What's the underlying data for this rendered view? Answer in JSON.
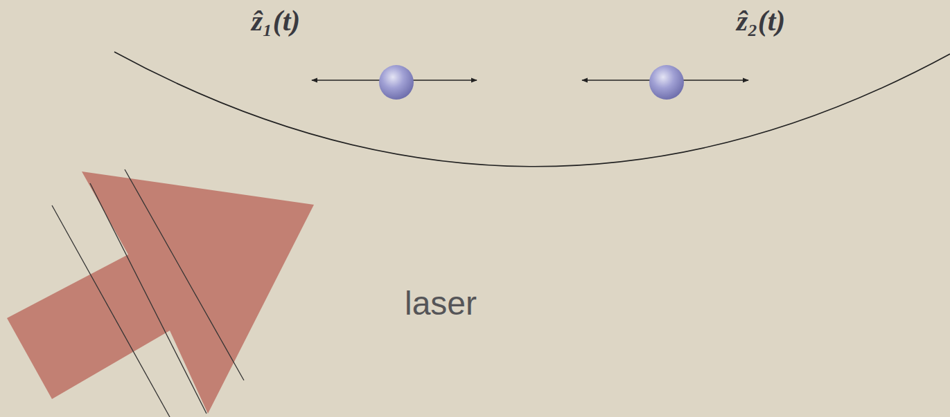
{
  "diagram": {
    "labels": [
      "ẑ₁(t)",
      "ẑ₂(t)",
      "laser"
    ]
  }
}
